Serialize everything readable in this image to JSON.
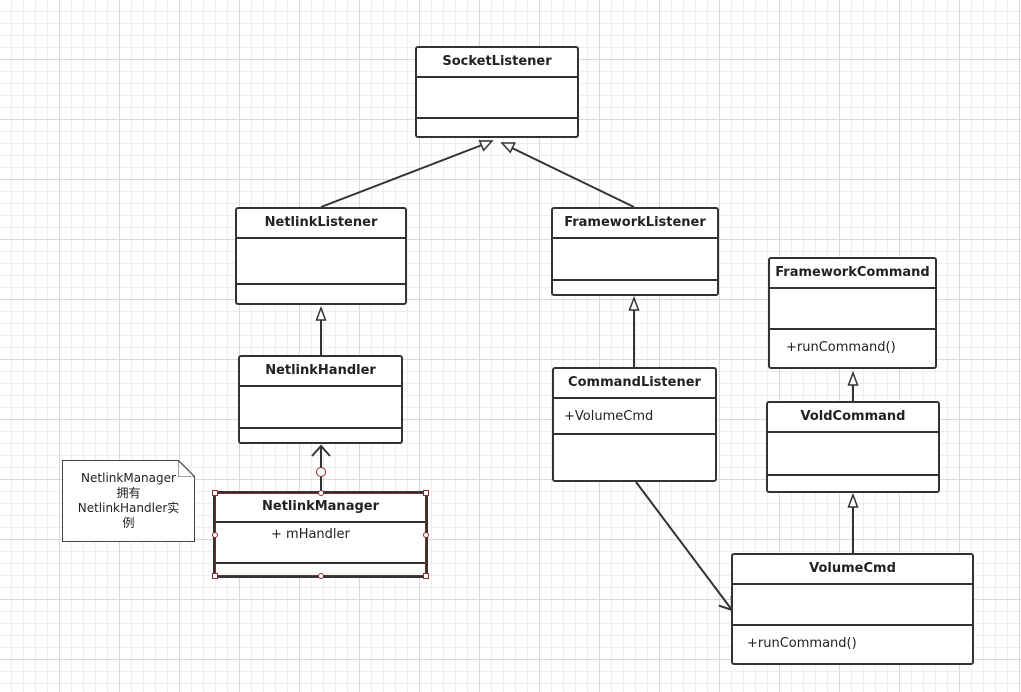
{
  "classes": {
    "socket_listener": {
      "name": "SocketListener",
      "attributes": [],
      "methods": []
    },
    "netlink_listener": {
      "name": "NetlinkListener",
      "attributes": [],
      "methods": []
    },
    "framework_listener": {
      "name": "FrameworkListener",
      "attributes": [],
      "methods": []
    },
    "netlink_handler": {
      "name": "NetlinkHandler",
      "attributes": [],
      "methods": []
    },
    "netlink_manager": {
      "name": "NetlinkManager",
      "attributes": [
        "+ mHandler"
      ],
      "methods": []
    },
    "command_listener": {
      "name": "CommandListener",
      "attributes": [
        "+VolumeCmd"
      ],
      "methods": []
    },
    "framework_command": {
      "name": "FrameworkCommand",
      "attributes": [],
      "methods": [
        "+runCommand()"
      ]
    },
    "vold_command": {
      "name": "VoldCommand",
      "attributes": [],
      "methods": []
    },
    "volume_cmd": {
      "name": "VolumeCmd",
      "attributes": [],
      "methods": [
        "+runCommand()"
      ]
    }
  },
  "note": {
    "lines": [
      "NetlinkManager",
      "拥有",
      "NetlinkHandler实",
      "例"
    ]
  },
  "relations": [
    {
      "type": "generalization",
      "from": "NetlinkListener",
      "to": "SocketListener"
    },
    {
      "type": "generalization",
      "from": "FrameworkListener",
      "to": "SocketListener"
    },
    {
      "type": "generalization",
      "from": "NetlinkHandler",
      "to": "NetlinkListener"
    },
    {
      "type": "generalization",
      "from": "CommandListener",
      "to": "FrameworkListener"
    },
    {
      "type": "generalization",
      "from": "VoldCommand",
      "to": "FrameworkCommand"
    },
    {
      "type": "generalization",
      "from": "VolumeCmd",
      "to": "VoldCommand"
    },
    {
      "type": "association",
      "from": "NetlinkManager",
      "to": "NetlinkHandler"
    },
    {
      "type": "association",
      "from": "CommandListener",
      "to": "VolumeCmd"
    }
  ],
  "colors": {
    "line": "#333333",
    "selection": "#8a2e2e",
    "grid": "#d9d9d9"
  }
}
